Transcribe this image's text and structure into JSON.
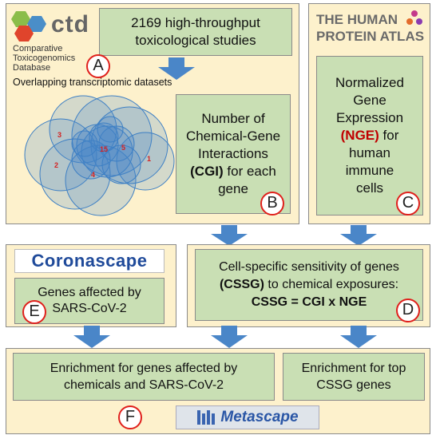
{
  "ctd": {
    "logo_text": "ctd",
    "line1": "Comparative",
    "line2": "Toxicogenomics",
    "line3": "Database"
  },
  "studies": {
    "line1": "2169 high-throughput",
    "line2": "toxicological studies"
  },
  "overlap_caption": "Overlapping transcriptomic datasets",
  "venn_numbers": [
    "3",
    "2",
    "4",
    "15",
    "5",
    "1"
  ],
  "cgi_box": {
    "line1": "Number of",
    "line2": "Chemical-Gene",
    "line3": "Interactions",
    "line4_bold": "(CGI)",
    "line4_rest": " for each",
    "line5": "gene"
  },
  "hpa": {
    "logo_line1": "THE HUMAN",
    "logo_line2": "PROTEIN ATLAS",
    "line1": "Normalized",
    "line2": "Gene",
    "line3": "Expression",
    "line4_bold": "(NGE)",
    "line4_rest": " for",
    "line5": "human",
    "line6": "immune",
    "line7": "cells"
  },
  "coronascape": {
    "logo_text": "Coronascape",
    "box_line1": "Genes affected by",
    "box_line2": "SARS-CoV-2"
  },
  "cssg_box": {
    "line1": "Cell-specific sensitivity of genes",
    "line2_bold": "(CSSG)",
    "line2_rest": " to chemical exposures:",
    "line3": "CSSG = CGI x NGE"
  },
  "enrich1": {
    "line1": "Enrichment for genes affected by",
    "line2": "chemicals and SARS-CoV-2"
  },
  "enrich2": {
    "line1": "Enrichment for top",
    "line2": "CSSG genes"
  },
  "metascape_text": "Metascape",
  "badges": {
    "a": "A",
    "b": "B",
    "c": "C",
    "d": "D",
    "e": "E",
    "f": "F"
  },
  "colors": {
    "panel": "#fdf1cc",
    "box": "#c9dfb4",
    "arrow": "#4a86c8",
    "badge_ring": "#e0201c",
    "bold_red": "#c00000",
    "venn": "#3d7fc4"
  }
}
